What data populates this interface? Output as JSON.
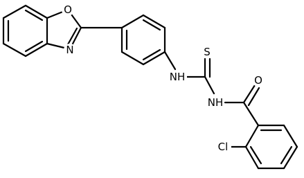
{
  "molecule": {
    "atom_labels": {
      "benzoxazole_oxygen": "O",
      "benzoxazole_nitrogen": "N",
      "aryl_amine": "NH",
      "thione_sulfur": "S",
      "amide_nitrogen": "NH",
      "carbonyl_oxygen": "O",
      "chlorine": "Cl"
    },
    "colors": {
      "bond": "#000000",
      "label": "#000000",
      "background": "#ffffff"
    }
  }
}
